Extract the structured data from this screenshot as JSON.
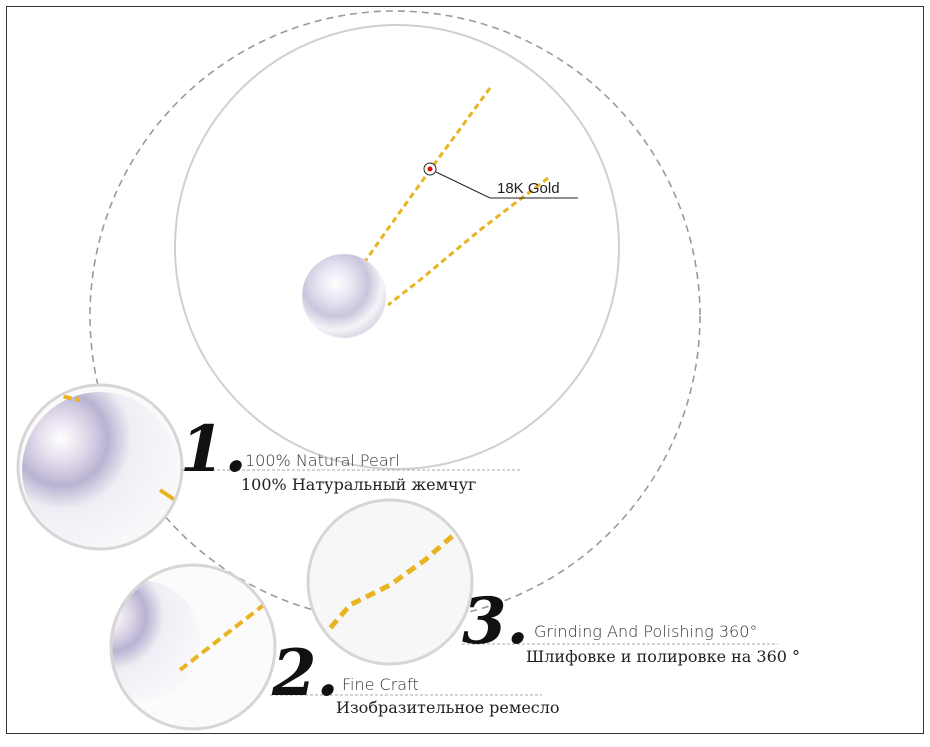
{
  "callout": {
    "material": "18K Gold"
  },
  "features": [
    {
      "number": "1.",
      "en": "100% Natural Pearl",
      "ru": "100% Натуральный жемчуг"
    },
    {
      "number": "2.",
      "en": "Fine Craft",
      "ru": "Изобразительное ремесло"
    },
    {
      "number": "3.",
      "en": "Grinding And Polishing 360°",
      "ru": "Шлифовке и полировке на 360 °"
    }
  ],
  "colors": {
    "gold": "#e8b422",
    "pearl": "#f1f1f6",
    "line": "#999999"
  }
}
